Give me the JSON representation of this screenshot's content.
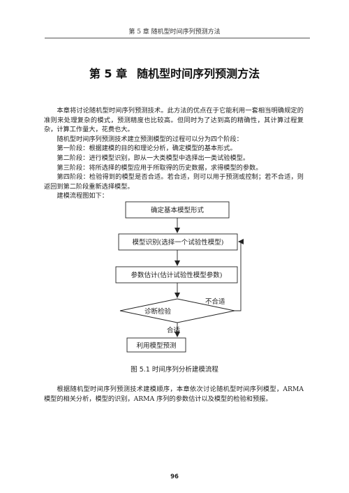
{
  "header": {
    "running_title": "第 5 章   随机型时间序列预测方法"
  },
  "chapter": {
    "number": "第 5 章",
    "name": "随机型时间序列预测方法"
  },
  "intro_paragraphs": [
    "本章将讨论随机型时间序列预测技术。此方法的优点在于它能利用一套相当明确规定的准则来处理复杂的模式，预测精度也比较高。但同时为了达到高的精确性，其计算过程复杂，计算工作量大，花费也大。",
    "随机型时间序列预测技术建立预测模型的过程可以分为四个阶段：",
    "第一阶段：根据建模的目的和理论分析，确定模型的基本形式。",
    "第二阶段：进行模型识别，即从一大类模型中选择出一类试验模型。",
    "第三阶段：将所选择的模型应用于所取得的历史数据，求得模型的参数。",
    "第四阶段：检验得到的模型是否合适。若合适，则可以用于预测或控制；若不合适，则返回到第二阶段重新选择模型。",
    "建模流程图如下："
  ],
  "flowchart": {
    "steps": [
      "确定基本模型形式",
      "模型识别(选择一个试验性模型)",
      "参数估计(估计试验性模型参数)",
      "诊断检验",
      "利用模型预测"
    ],
    "label_fail": "不合适",
    "label_pass": "合适"
  },
  "figure_caption": "图 5.1   时间序列分析建模流程",
  "closing_paragraph": "根据随机型时间序列预测技术建模顺序，本章依次讨论随机型时间序列模型，ARMA 模型的相关分析，模型的识别，ARMA 序列的参数估计以及模型的检验和预报。",
  "page_number": "96"
}
